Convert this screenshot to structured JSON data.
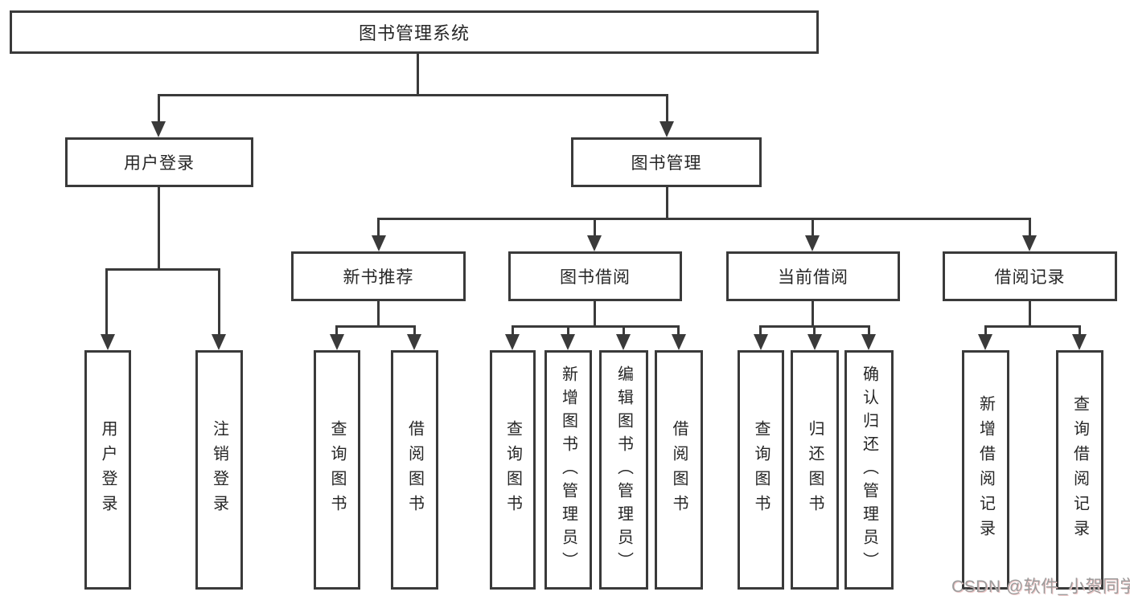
{
  "nodes": {
    "root": "图书管理系统",
    "user_login": "用户登录",
    "book_mgmt": "图书管理",
    "new_book_rec": "新书推荐",
    "book_borrow": "图书借阅",
    "current_borrow": "当前借阅",
    "borrow_record": "借阅记录",
    "leaf_user_login": "用户登录",
    "leaf_logout": "注销登录",
    "leaf_nb_query": "查询图书",
    "leaf_nb_borrow": "借阅图书",
    "leaf_bb_query": "查询图书",
    "leaf_bb_add": "新增图书（管理员）",
    "leaf_bb_edit": "编辑图书（管理员）",
    "leaf_bb_borrow": "借阅图书",
    "leaf_cb_query": "查询图书",
    "leaf_cb_return": "归还图书",
    "leaf_cb_confirm": "确认归还（管理员）",
    "leaf_br_add": "新增借阅记录",
    "leaf_br_query": "查询借阅记录"
  },
  "watermark": {
    "text": "CSDN @软件_小贺同学"
  },
  "colors": {
    "line": "#3a3a3a",
    "text": "#262626",
    "watermark": "#9c9c9c"
  }
}
